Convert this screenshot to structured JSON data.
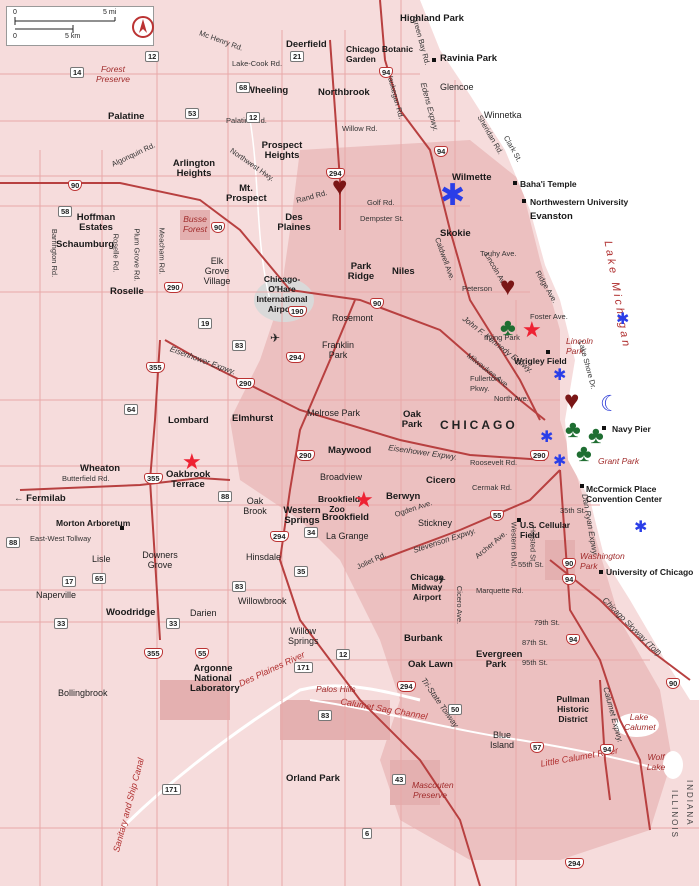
{
  "scale": {
    "mi_label": "5 mi",
    "km_label": "5 km",
    "zero": "0"
  },
  "compass": {
    "icon": "north-arrow-icon"
  },
  "colors": {
    "land": "#f6dcdc",
    "urban": "#ecc0c0",
    "lake": "#ffffff",
    "highway": "#b84040",
    "road": "#d89a9a",
    "park": "#e0a9a9"
  },
  "lake": {
    "name": "Lake Michigan"
  },
  "state": {
    "name": "INDIANA",
    "state2": "ILLINOIS"
  },
  "main_city": "CHICAGO",
  "cities": [
    {
      "name": "Highland Park"
    },
    {
      "name": "Ravinia Park"
    },
    {
      "name": "Chicago Botanic Garden"
    },
    {
      "name": "Deerfield"
    },
    {
      "name": "Glencoe"
    },
    {
      "name": "Northbrook"
    },
    {
      "name": "Wheeling"
    },
    {
      "name": "Winnetka"
    },
    {
      "name": "Palatine"
    },
    {
      "name": "Prospect Heights"
    },
    {
      "name": "Arlington Heights"
    },
    {
      "name": "Wilmette"
    },
    {
      "name": "Baha'i Temple"
    },
    {
      "name": "Northwestern University"
    },
    {
      "name": "Evanston"
    },
    {
      "name": "Mt. Prospect"
    },
    {
      "name": "Hoffman Estates"
    },
    {
      "name": "Schaumburg"
    },
    {
      "name": "Des Plaines"
    },
    {
      "name": "Skokie"
    },
    {
      "name": "Park Ridge"
    },
    {
      "name": "Niles"
    },
    {
      "name": "Elk Grove Village"
    },
    {
      "name": "Chicago-O'Hare International Airport"
    },
    {
      "name": "Roselle"
    },
    {
      "name": "Rosemont"
    },
    {
      "name": "Franklin Park"
    },
    {
      "name": "Wrigley Field"
    },
    {
      "name": "Lincoln Park"
    },
    {
      "name": "Lombard"
    },
    {
      "name": "Elmhurst"
    },
    {
      "name": "Melrose Park"
    },
    {
      "name": "Oak Park"
    },
    {
      "name": "Navy Pier"
    },
    {
      "name": "Wheaton"
    },
    {
      "name": "Maywood"
    },
    {
      "name": "Broadview"
    },
    {
      "name": "Oakbrook Terrace"
    },
    {
      "name": "Fermilab"
    },
    {
      "name": "Cicero"
    },
    {
      "name": "Oak Brook"
    },
    {
      "name": "Berwyn"
    },
    {
      "name": "Brookfield Zoo"
    },
    {
      "name": "Brookfield"
    },
    {
      "name": "McCormick Place Convention Center"
    },
    {
      "name": "Morton Arboretum"
    },
    {
      "name": "Western Springs"
    },
    {
      "name": "Stickney"
    },
    {
      "name": "U.S. Cellular Field"
    },
    {
      "name": "La Grange"
    },
    {
      "name": "Lisle"
    },
    {
      "name": "Downers Grove"
    },
    {
      "name": "Hinsdale"
    },
    {
      "name": "Washington Park"
    },
    {
      "name": "University of Chicago"
    },
    {
      "name": "Chicago Midway Airport"
    },
    {
      "name": "Naperville"
    },
    {
      "name": "Woodridge"
    },
    {
      "name": "Darien"
    },
    {
      "name": "Willowbrook"
    },
    {
      "name": "Burbank"
    },
    {
      "name": "Willow Springs"
    },
    {
      "name": "Evergreen Park"
    },
    {
      "name": "Argonne National Laboratory"
    },
    {
      "name": "Oak Lawn"
    },
    {
      "name": "Bollingbrook"
    },
    {
      "name": "Pullman Historic District"
    },
    {
      "name": "Palos Hills"
    },
    {
      "name": "Blue Island"
    },
    {
      "name": "Orland Park"
    },
    {
      "name": "Mascouten Preserve"
    },
    {
      "name": "Forest Preserve"
    },
    {
      "name": "Busse Forest"
    },
    {
      "name": "Lake Calumet"
    },
    {
      "name": "Wolf Lake"
    },
    {
      "name": "Grant Park"
    }
  ],
  "roads": [
    "Mc Henry Rd.",
    "Lake-Cook Rd.",
    "Green Bay Rd.",
    "Waukegan Rd.",
    "Edens Expwy.",
    "Willow Rd.",
    "Palatine Rd.",
    "Sheridan Rd.",
    "Clark St.",
    "Northwest Hwy.",
    "Algonquin Rd.",
    "Rand Rd.",
    "Golf Rd.",
    "Dempster St.",
    "Touhy Ave.",
    "Lincoln Ave.",
    "Peterson",
    "Ridge Ave.",
    "Foster Ave.",
    "Irving Park",
    "John F. Kennedy Expwy.",
    "Milwaukee Ave.",
    "Fullerton Pkwy.",
    "North Ave.",
    "Lake Shore Dr.",
    "Eisenhower Expwy.",
    "Roosevelt Rd.",
    "Butterfield Rd.",
    "East-West Tollway",
    "Cermak Rd.",
    "Ogden Ave.",
    "Stevenson Expwy.",
    "Archer Ave.",
    "35th St.",
    "Dan Ryan Expwy.",
    "55th St.",
    "Marquette Rd.",
    "79th St.",
    "87th St.",
    "95th St.",
    "Chicago Skyway (Toll)",
    "Calumet Expwy.",
    "Tri-State Tollway",
    "Joliet Rd.",
    "Barrington Rd.",
    "Roselle Rd.",
    "Plum Grove Rd.",
    "Meacham Rd.",
    "Caldwell Ave.",
    "Cicero Ave.",
    "Western Blvd.",
    "Halsted St.",
    "Des Plaines River",
    "Calumet Sag Channel",
    "Little Calumet River",
    "Sanitary and Ship Canal"
  ],
  "markers": [
    {
      "type": "heart",
      "icon": "heart-icon"
    },
    {
      "type": "heart",
      "icon": "heart-icon"
    },
    {
      "type": "heart",
      "icon": "heart-icon"
    },
    {
      "type": "star",
      "icon": "star-icon"
    },
    {
      "type": "star",
      "icon": "star-icon"
    },
    {
      "type": "star",
      "icon": "star-icon"
    },
    {
      "type": "clover",
      "icon": "clover-icon"
    },
    {
      "type": "clover",
      "icon": "clover-icon"
    },
    {
      "type": "clover",
      "icon": "clover-icon"
    },
    {
      "type": "clover",
      "icon": "clover-icon"
    },
    {
      "type": "snowflake",
      "icon": "snowflake-icon"
    },
    {
      "type": "moon",
      "icon": "moon-icon"
    }
  ]
}
